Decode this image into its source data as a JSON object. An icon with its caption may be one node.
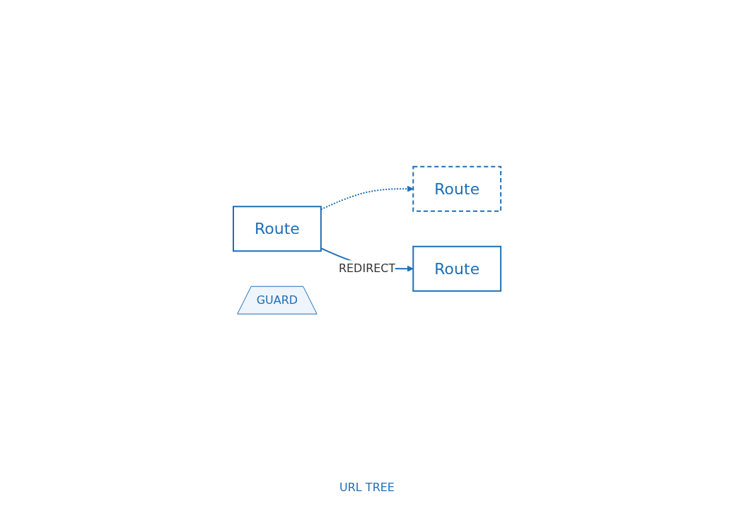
{
  "diagram": {
    "nodes": [
      {
        "text": [
          "Route"
        ]
      },
      {
        "text": [
          "Route"
        ]
      },
      {
        "text": [
          "Route"
        ]
      },
      {
        "text": [
          "GUARD"
        ]
      }
    ],
    "edges": [
      {
        "from": 0,
        "to": 1,
        "arrow": "to",
        "style": "dashed"
      },
      {
        "from": 0,
        "to": 2,
        "arrow": "to",
        "label": "REDIRECT"
      }
    ],
    "labels": [
      "URL TREE"
    ]
  }
}
